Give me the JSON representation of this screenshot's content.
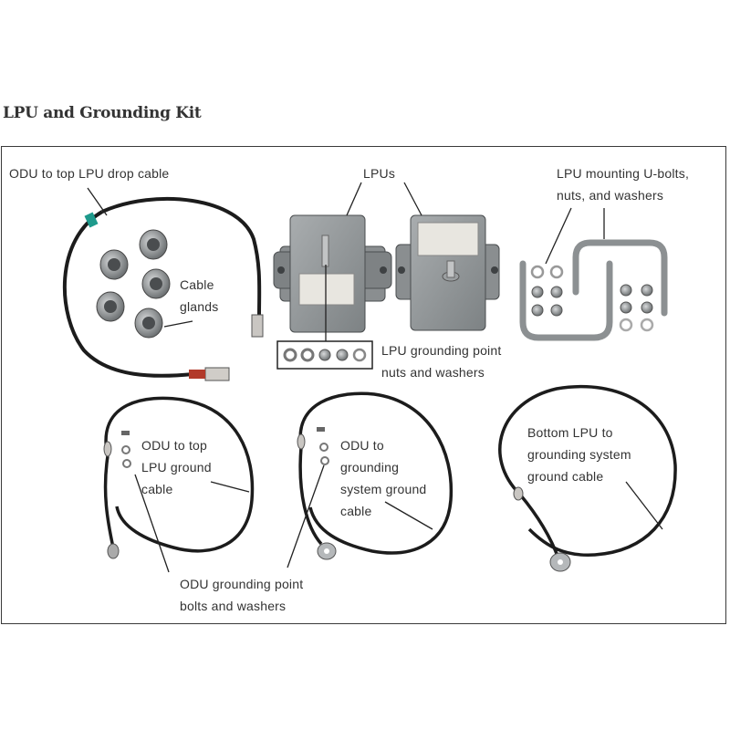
{
  "title": "LPU and Grounding Kit",
  "labels": {
    "odu_drop_cable": "ODU to top LPU drop cable",
    "lpus": "LPUs",
    "ubolts_1": "LPU mounting U-bolts,",
    "ubolts_2": "nuts, and washers",
    "glands_1": "Cable",
    "glands_2": "glands",
    "lpu_ground_point_1": "LPU grounding point",
    "lpu_ground_point_2": "nuts and washers",
    "odu_top_lpu_1": "ODU to top",
    "odu_top_lpu_2": "LPU ground",
    "odu_top_lpu_3": "cable",
    "odu_gs_1": "ODU to",
    "odu_gs_2": "grounding",
    "odu_gs_3": "system ground",
    "odu_gs_4": "cable",
    "bottom_lpu_1": "Bottom LPU to",
    "bottom_lpu_2": "grounding system",
    "bottom_lpu_3": "ground cable",
    "odu_ground_point_1": "ODU grounding point",
    "odu_ground_point_2": "bolts and washers"
  },
  "colors": {
    "cable": "#1c1c1c",
    "metal": "#8c9092",
    "leader": "#222222",
    "border": "#3a3a3a"
  }
}
